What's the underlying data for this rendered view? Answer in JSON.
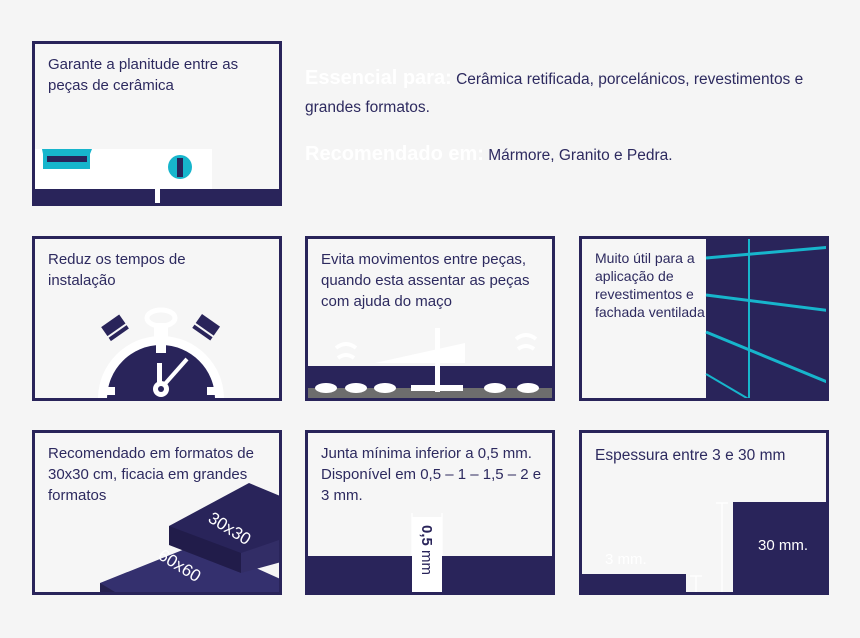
{
  "colors": {
    "navy": "#29245a",
    "cyan": "#17b5cc",
    "background": "#f5f5f5",
    "gray": "#6d6d6d"
  },
  "intro": {
    "essential_label": "Essencial para:",
    "essential_text": "Cerâmica retificada, porcelánicos, revestimentos e grandes formatos.",
    "recommended_label": "Recomendado em:",
    "recommended_text": "Mármore, Granito e Pedra."
  },
  "cards": [
    {
      "text": "Garante a planitude entre as peças de cerâmica",
      "icon": "level-icon"
    },
    {
      "text": "Reduz os tempos de instalação",
      "icon": "stopwatch-icon"
    },
    {
      "text": "Evita movimentos entre peças, quando esta assentar as peças com ajuda do maço",
      "icon": "spacer-icon"
    },
    {
      "text": "Muito útil para a aplicação de revestimentos e fachada ventilada",
      "icon": "facade-icon"
    },
    {
      "text": "Recomendado em formatos de 30x30 cm,  ficacia em grandes formatos",
      "icon": "tiles-icon",
      "tile_small": "30x30",
      "tile_large": "60x60"
    },
    {
      "text": "Junta mínima inferior a 0,5 mm. Disponível em 0,5 – 1 – 1,5 – 2 e 3 mm.",
      "icon": "joint-icon",
      "joint_label_bold": "0,5",
      "joint_label_unit": " mm"
    },
    {
      "text": "Espessura entre 3 e 30 mm",
      "icon": "thickness-icon",
      "thin_label": "3 mm.",
      "thick_label": "30 mm."
    }
  ]
}
